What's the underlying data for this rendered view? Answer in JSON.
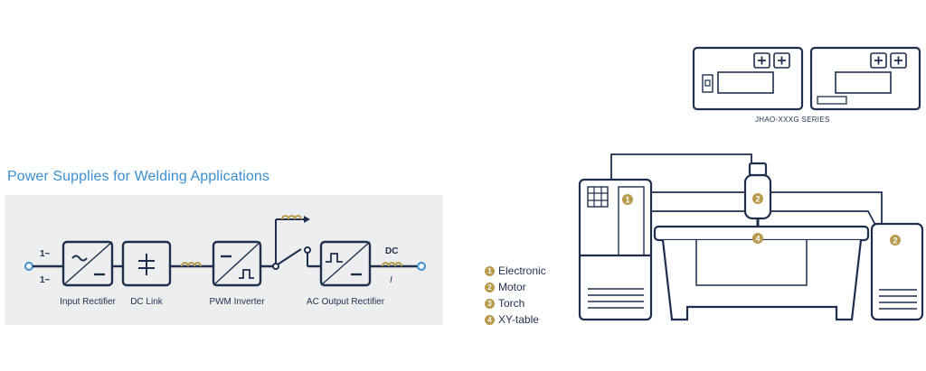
{
  "diagram": {
    "title": "Power Supplies for Welding Applications",
    "input_label_top": "1~",
    "input_label_bottom": "1~",
    "blocks": [
      {
        "id": "input-rectifier",
        "label": "Input Rectifier"
      },
      {
        "id": "dc-link",
        "label": "DC Link"
      },
      {
        "id": "pwm-inverter",
        "label": "PWM Inverter"
      },
      {
        "id": "ac-output-rectifier",
        "label": "AC Output Rectifier"
      }
    ],
    "output_dc_label": "DC",
    "output_current_label": "I"
  },
  "product": {
    "series_label": "JHAO-XXXG SERIES"
  },
  "legend": {
    "items": [
      {
        "number": "1",
        "label": "Electronic"
      },
      {
        "number": "2",
        "label": "Motor"
      },
      {
        "number": "3",
        "label": "Torch"
      },
      {
        "number": "4",
        "label": "XY-table"
      }
    ]
  },
  "machine_markers": [
    "1",
    "2",
    "4",
    "2"
  ],
  "colors": {
    "line": "#1e2f4d",
    "accent_gold": "#b79a4c",
    "title_blue": "#3b8fd0",
    "panel_bg": "#eceef0",
    "terminal_blue": "#3b8fd0"
  }
}
